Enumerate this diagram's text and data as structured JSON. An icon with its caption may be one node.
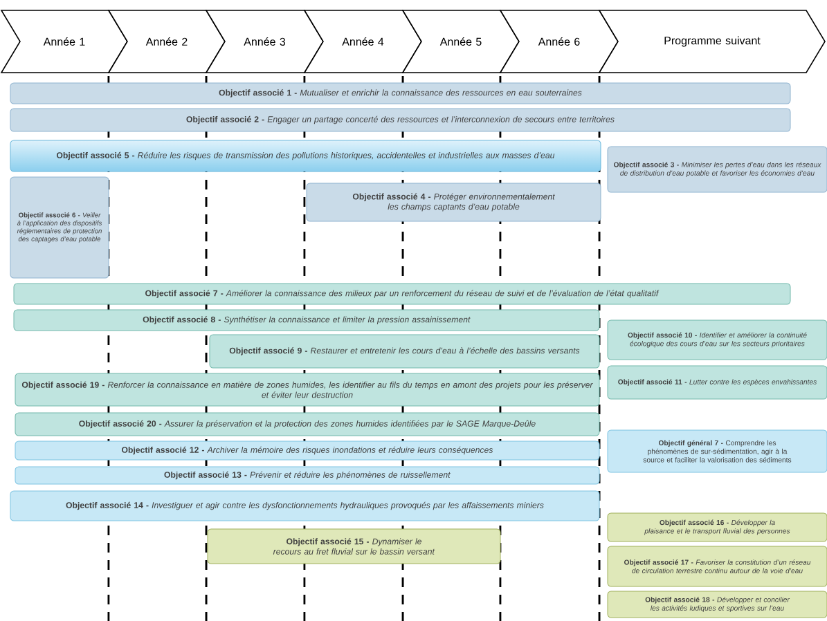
{
  "diagram": {
    "nodes": [
      {
        "text": [
          "Année 1"
        ]
      },
      {
        "text": [
          "Année 2"
        ]
      },
      {
        "text": [
          "Année 3"
        ]
      },
      {
        "text": [
          "Année 4"
        ]
      },
      {
        "text": [
          "Année 5"
        ]
      },
      {
        "text": [
          "Année 6"
        ]
      },
      {
        "text": [
          "Programme suivant"
        ]
      },
      {
        "text": [
          "**Objectif associé 1 -** *Mutualiser et enrichir la connaissance des ressources en eau souterraines*"
        ]
      },
      {
        "text": [
          "**Objectif associé 2 -** *Engager un partage concerté des ressources et l’interconnexion de secours entre territoires*"
        ]
      },
      {
        "text": [
          "**Objectif associé 5 -** *Réduire les risques de transmission des pollutions historiques, accidentelles et industrielles aux masses d’eau*"
        ]
      },
      {
        "text": [
          "**Objectif associé 3 -** *Minimiser les pertes d’eau dans les réseaux de distribution d’eau potable et favoriser les économies d’eau*"
        ]
      },
      {
        "text": [
          "**Objectif associé 6 -** *Veiller à l’application des dispositifs réglementaires de protection des captages d’eau potable*"
        ]
      },
      {
        "text": [
          "**Objectif associé 4 -** *Protéger environnementalement les champs captants d’eau potable*"
        ]
      },
      {
        "text": [
          "**Objectif associé 7 -** *Améliorer la connaissance des milieux par un renforcement du réseau de suivi et de l’évaluation de l’état qualitatif*"
        ]
      },
      {
        "text": [
          "**Objectif associé 8 -** *Synthétiser la connaissance et limiter la pression assainissement*"
        ]
      },
      {
        "text": [
          "**Objectif associé 10 -** *Identifier et améliorer la continuité écologique des cours d’eau sur les secteurs prioritaires*"
        ]
      },
      {
        "text": [
          "**Objectif associé 9 -** *Restaurer et entretenir les cours d’eau à l’échelle des bassins versants*"
        ]
      },
      {
        "text": [
          "**Objectif associé 11 -** *Lutter contre les espèces envahissantes*"
        ]
      },
      {
        "text": [
          "**Objectif associé 19 -** *Renforcer la connaissance en matière de zones humides, les identifier au fils du temps en amont des projets pour les préserver et éviter leur destruction*"
        ]
      },
      {
        "text": [
          "**Objectif associé 20 -** *Assurer la préservation et la protection des zones humides identifiées par le SAGE Marque-Deûle*"
        ]
      },
      {
        "text": [
          "**Objectif général 7 -** Comprendre les phénomènes de sur-sédimentation, agir à la source et faciliter la valorisation des sédiments"
        ]
      },
      {
        "text": [
          "**Objectif associé 12 -** *Archiver la mémoire des risques inondations et réduire leurs conséquences*"
        ]
      },
      {
        "text": [
          "**Objectif associé 13 -** *Prévenir et réduire les phénomènes de ruissellement*"
        ]
      },
      {
        "text": [
          "**Objectif associé 14 -** *Investiguer et agir contre les dysfonctionnements hydrauliques provoqués par les affaissements miniers*"
        ]
      },
      {
        "text": [
          "**Objectif associé 16 -** *Développer la plaisance et le transport fluvial des personnes*"
        ]
      },
      {
        "text": [
          "**Objectif associé 15 -** *Dynamiser le recours au fret fluvial sur le bassin versant*"
        ]
      },
      {
        "text": [
          "**Objectif associé 17 -** *Favoriser la constitution d’un réseau de circulation terrestre continu autour de la voie d’eau*"
        ]
      },
      {
        "text": [
          "**Objectif associé 18 -** *Développer et concilier les activités ludiques et sportives sur l’eau*"
        ]
      }
    ]
  }
}
